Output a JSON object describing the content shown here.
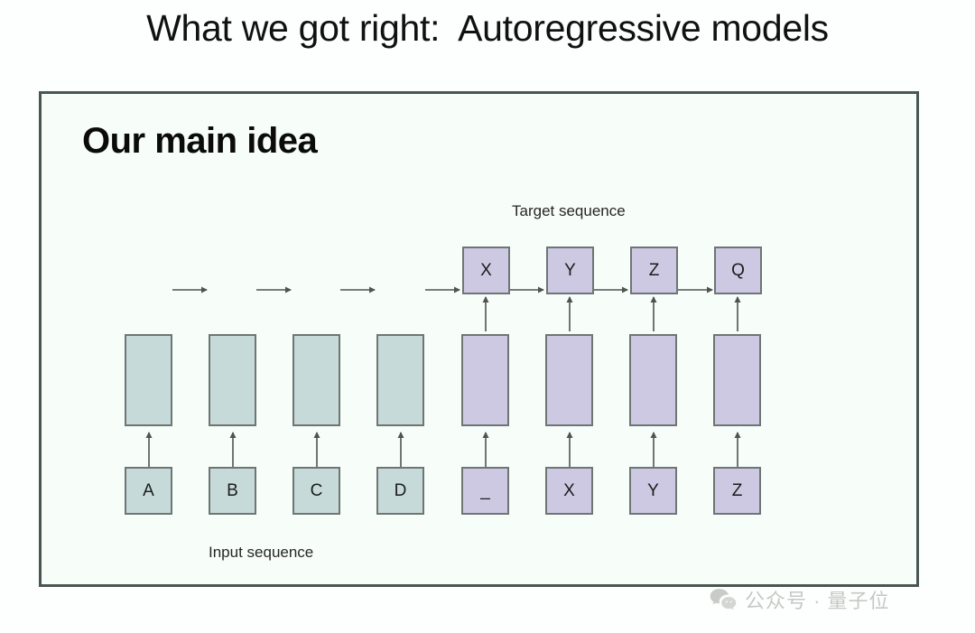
{
  "page": {
    "title": "What we got right:  Autoregressive models",
    "background_color": "#fcfffd"
  },
  "slide": {
    "heading": "Our main idea",
    "background_color": "#f7fdf9",
    "border_color": "#4a5652",
    "labels": {
      "target_sequence": "Target sequence",
      "input_sequence": "Input sequence"
    },
    "colors": {
      "encoder_fill": "#c6dbd9",
      "decoder_fill": "#cdc9e3",
      "node_border": "#6f7573",
      "arrow": "#4f5452"
    },
    "diagram": {
      "type": "seq2seq-rnn",
      "encoder": {
        "cells": [
          "",
          "",
          "",
          ""
        ],
        "input_tokens": [
          "A",
          "B",
          "C",
          "D"
        ]
      },
      "decoder": {
        "cells": [
          "",
          "",
          "",
          ""
        ],
        "input_tokens": [
          "_",
          "X",
          "Y",
          "Z"
        ],
        "output_tokens": [
          "X",
          "Y",
          "Z",
          "Q"
        ]
      }
    }
  },
  "watermark": {
    "icon": "wechat-icon",
    "text": "公众号 · 量子位",
    "color": "#b3b6b3"
  }
}
